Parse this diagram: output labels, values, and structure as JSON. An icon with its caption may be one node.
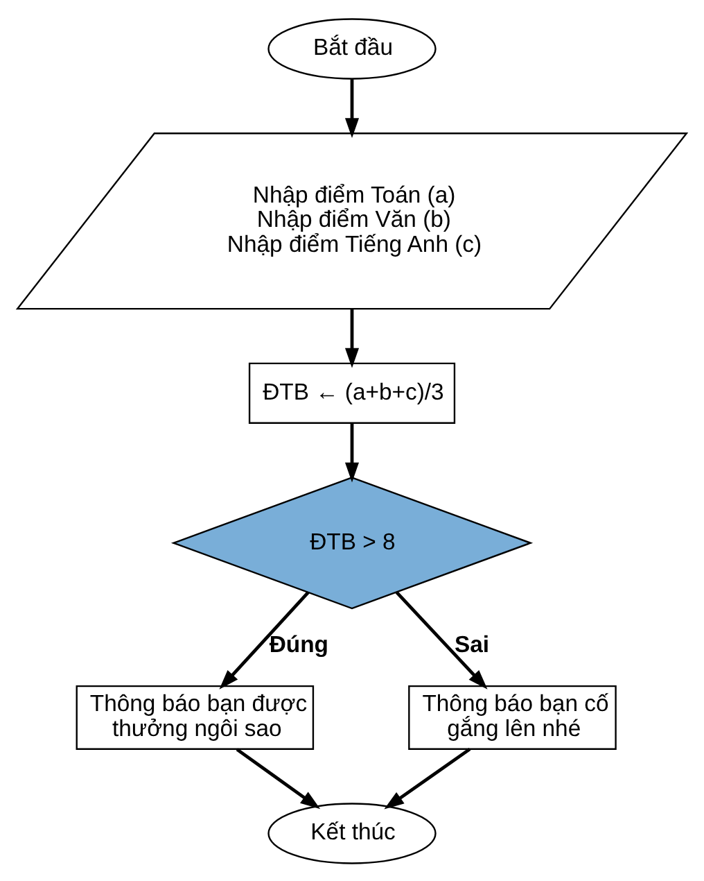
{
  "diagram": {
    "nodes": [
      {
        "text": [
          "Bắt đầu"
        ]
      },
      {
        "text": [
          "Nhập điểm Toán (a)",
          "Nhập điểm Văn (b)",
          "Nhập điểm Tiếng Anh (c)"
        ]
      },
      {
        "text": [
          "ĐTB ← (a+b+c)/3"
        ]
      },
      {
        "text": [
          "ĐTB > 8"
        ]
      },
      {
        "text": [
          "Thông báo bạn được thưởng ngôi sao"
        ]
      },
      {
        "text": [
          "Thông báo bạn cố gắng lên nhé"
        ]
      },
      {
        "text": [
          "Kết thúc"
        ]
      }
    ],
    "edges": [
      {
        "from": 0,
        "to": 1,
        "arrow": "to"
      },
      {
        "from": 1,
        "to": 2,
        "arrow": "to"
      },
      {
        "from": 2,
        "to": 3,
        "arrow": "to"
      },
      {
        "from": 3,
        "to": 4,
        "arrow": "to",
        "label": "Đúng"
      },
      {
        "from": 3,
        "to": 5,
        "arrow": "to",
        "label": "Sai"
      },
      {
        "from": 4,
        "to": 6,
        "arrow": "to"
      },
      {
        "from": 5,
        "to": 6,
        "arrow": "to"
      }
    ]
  }
}
